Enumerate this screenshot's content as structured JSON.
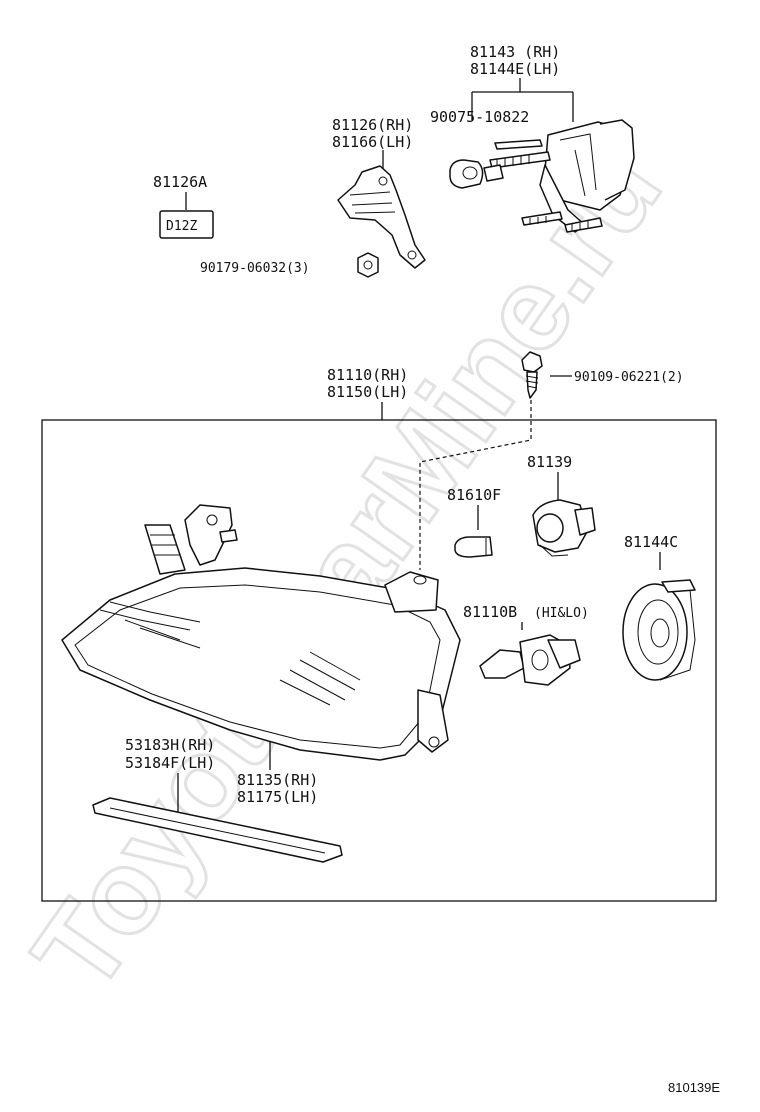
{
  "labels": {
    "adjuster_rh": "81143 (RH)",
    "adjuster_lh": "81144E(LH)",
    "adjuster_screw": "90075-10822",
    "bracket_rh": "81126(RH)",
    "bracket_lh": "81166(LH)",
    "label_part": "81126A",
    "label_sticker_text": "D12Z",
    "bracket_nut": "90179-06032(3)",
    "headlamp_rh": "81110(RH)",
    "headlamp_lh": "81150(LH)",
    "mount_screw": "90109-06221(2)",
    "socket": "81139",
    "bulb_small": "81610F",
    "cover": "81144C",
    "bulb_main_num": "81110B",
    "bulb_main_note": "(HI&LO)",
    "trim_rh": "53183H(RH)",
    "trim_lh": "53184F(LH)",
    "lens_rh": "81135(RH)",
    "lens_lh": "81175(LH)"
  },
  "watermark": "ToyotaCarMine.ru",
  "figure_ref": "810139E"
}
